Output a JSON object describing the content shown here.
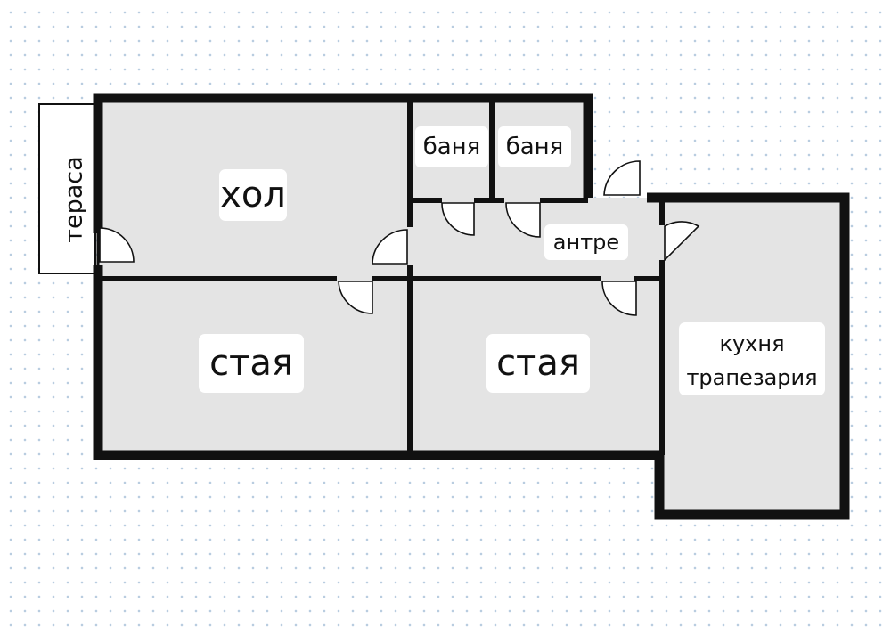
{
  "rooms": {
    "terrace": "тераса",
    "hall": "хол",
    "bath_1": "баня",
    "bath_2": "баня",
    "entrance": "антре",
    "room_1": "стая",
    "room_2": "стая",
    "kitchen_line1": "кухня",
    "kitchen_line2": "трапезария"
  },
  "colors": {
    "floor": "#e4e4e4",
    "wall": "#111111",
    "label_bg": "#ffffff",
    "grid_dot": "#b9cde0"
  }
}
